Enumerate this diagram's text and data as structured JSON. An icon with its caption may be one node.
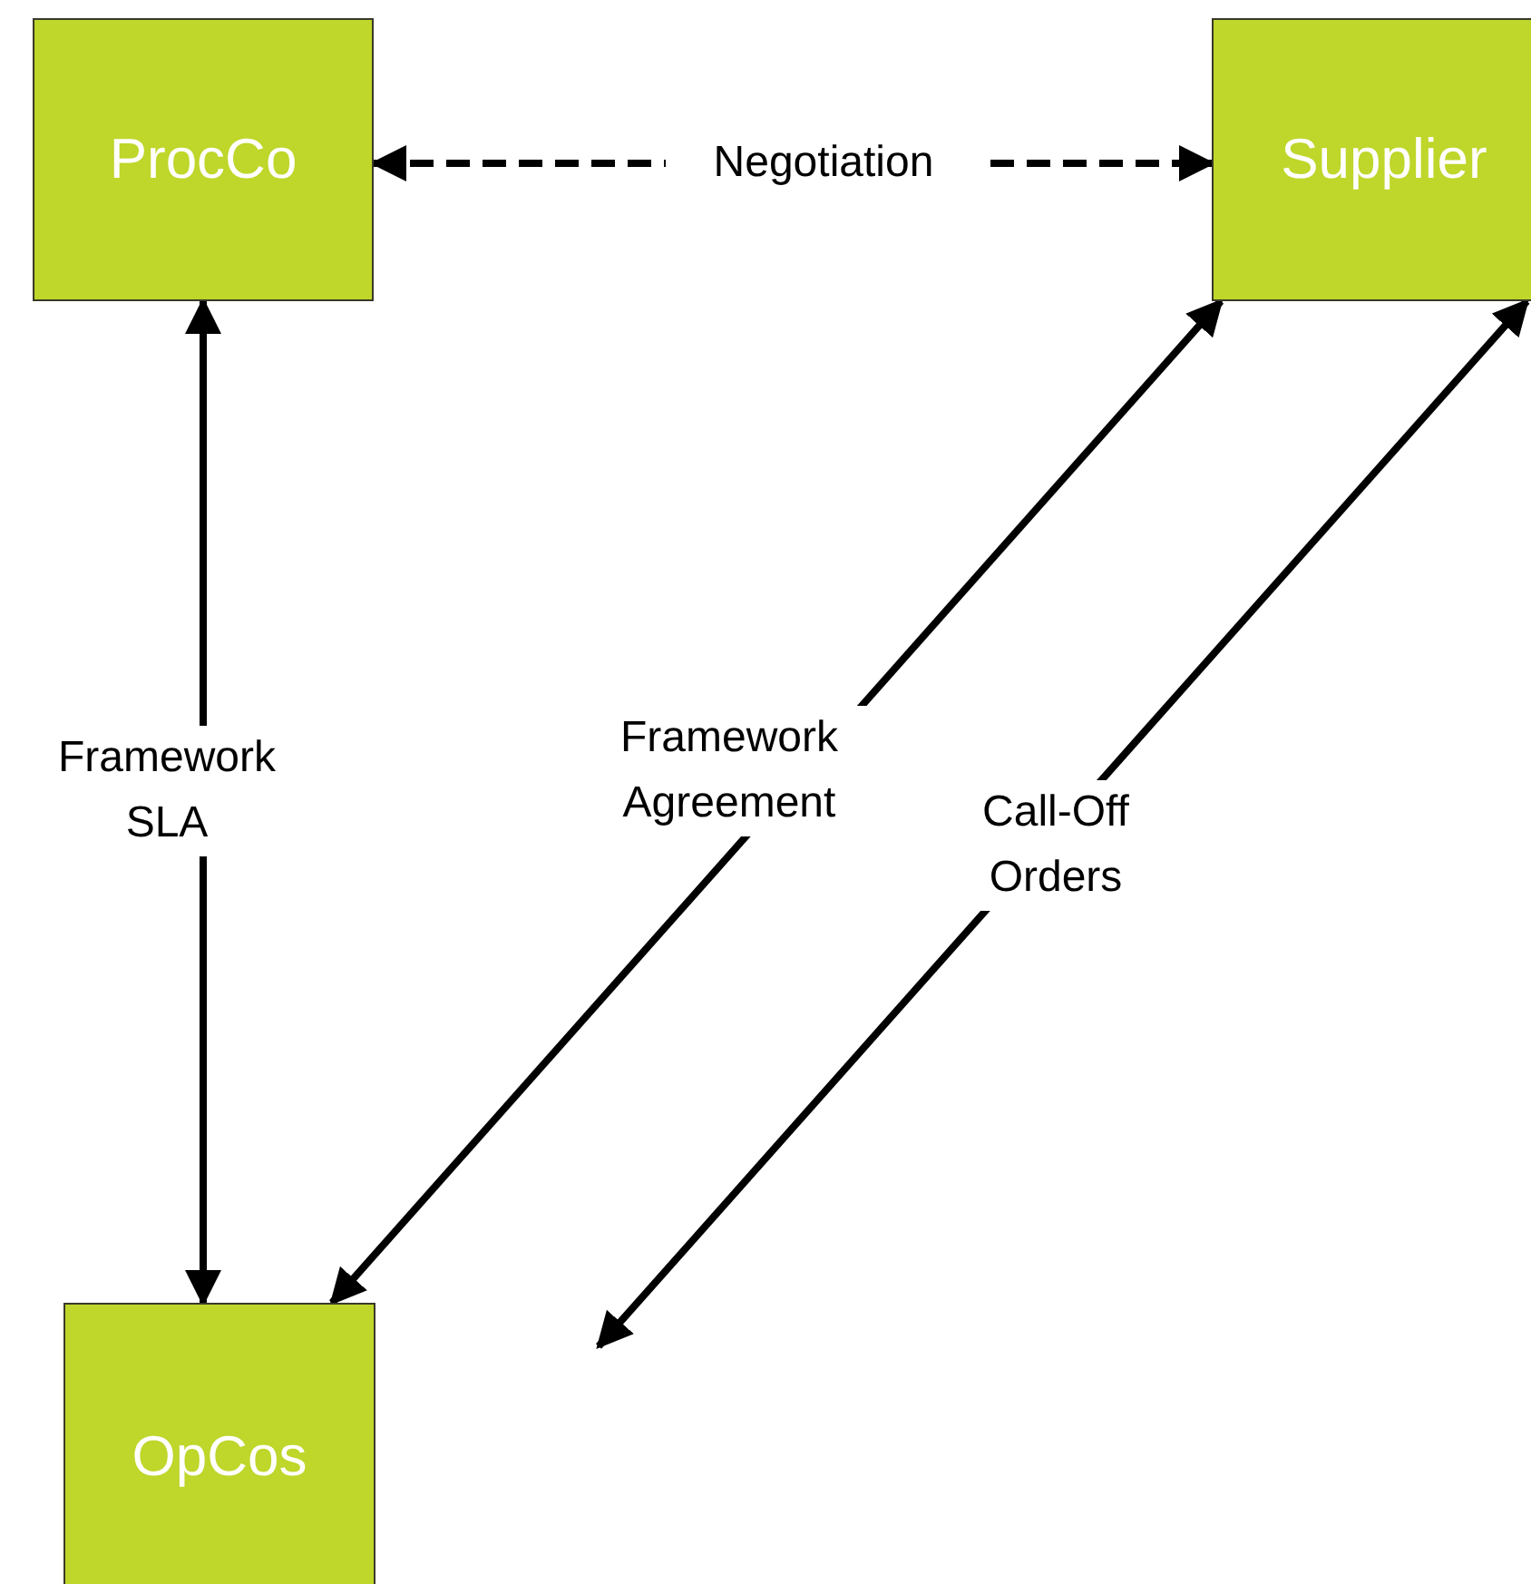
{
  "diagram": {
    "nodes": [
      {
        "text": [
          "ProcCo"
        ]
      },
      {
        "text": [
          "Supplier"
        ]
      },
      {
        "text": [
          "OpCos"
        ]
      }
    ],
    "edges": [
      {
        "from": 0,
        "to": 1,
        "arrow": "both",
        "style": "dashed",
        "label": "Negotiation"
      },
      {
        "from": 0,
        "to": 2,
        "arrow": "both",
        "label": "Framework SLA"
      },
      {
        "from": 2,
        "to": 1,
        "arrow": "both",
        "label": "Framework Agreement"
      },
      {
        "from": null,
        "to": 1,
        "arrow": "both",
        "label": "Call-Off Orders"
      }
    ]
  }
}
